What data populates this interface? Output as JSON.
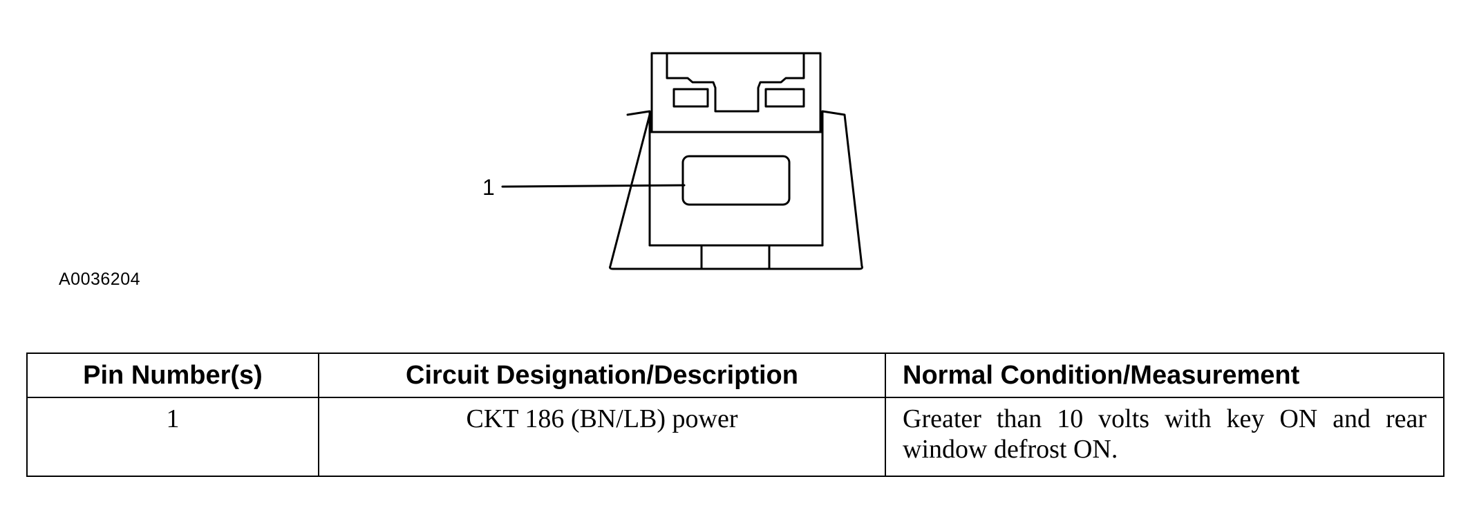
{
  "figure": {
    "pin_callout": "1",
    "figure_id": "A0036204",
    "stroke_color": "#000000"
  },
  "table": {
    "headers": {
      "pin": "Pin Number(s)",
      "circuit": "Circuit Designation/Description",
      "condition": "Normal Condition/Measurement"
    },
    "rows": [
      {
        "pin": "1",
        "circuit": "CKT 186 (BN/LB) power",
        "condition": "Greater than 10 volts with key ON and rear window defrost ON."
      }
    ]
  }
}
